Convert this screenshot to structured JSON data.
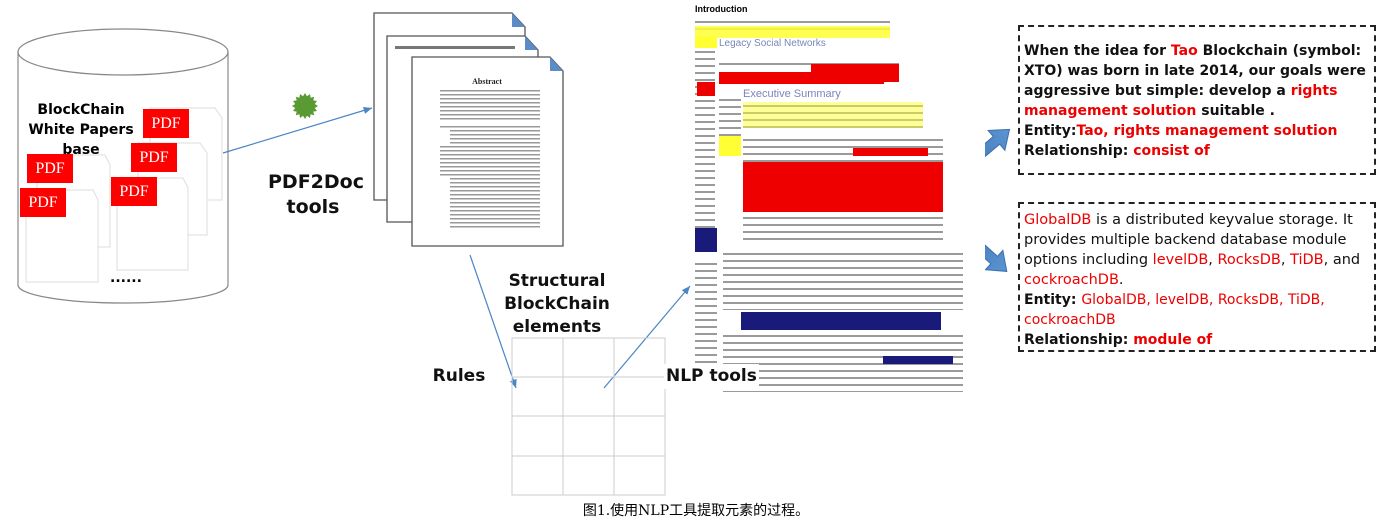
{
  "database": {
    "label": "BlockChain White Papers base",
    "pdf_label": "PDF",
    "ellipsis": "......"
  },
  "steps": {
    "pdf2doc": "PDF2Doc tools",
    "structural": "Structural BlockChain elements",
    "rules": "Rules",
    "nlp": "NLP tools"
  },
  "document": {
    "intro_heading": "Introduction",
    "legacy_heading": "Legacy Social Networks",
    "exec_heading": "Executive Summary",
    "abstract_heading": "Abstract"
  },
  "examples": [
    {
      "sentence": [
        {
          "t": "When the idea for ",
          "hl": false
        },
        {
          "t": "Tao",
          "hl": true
        },
        {
          "t": " Blockchain (symbol: XTO) was born in late 2014, our goals were aggressive but simple: develop a ",
          "hl": false
        },
        {
          "t": "rights management solution",
          "hl": true
        },
        {
          "t": " suitable .",
          "hl": false
        }
      ],
      "entity_label": "Entity:",
      "entities": "Tao, rights management solution",
      "relationship_label": "Relationship: ",
      "relationship": "consist of"
    },
    {
      "sentence": [
        {
          "t": "GlobalDB",
          "hl": true
        },
        {
          "t": " is a distributed keyvalue storage. It provides multiple backend database module options including ",
          "hl": false
        },
        {
          "t": "levelDB",
          "hl": true
        },
        {
          "t": ", ",
          "hl": false
        },
        {
          "t": "RocksDB",
          "hl": true
        },
        {
          "t": ", ",
          "hl": false
        },
        {
          "t": "TiDB",
          "hl": true
        },
        {
          "t": ", and ",
          "hl": false
        },
        {
          "t": "cockroachDB",
          "hl": true
        },
        {
          "t": ".",
          "hl": false
        }
      ],
      "entity_label": "Entity: ",
      "entities": "GlobalDB, levelDB, RocksDB, TiDB, cockroachDB",
      "relationship_label": "Relationship: ",
      "relationship": "module of"
    }
  ],
  "caption": "图1.使用NLP工具提取元素的过程。",
  "colors": {
    "arrow": "#4a86c5",
    "highlight_red": "#e00000",
    "highlight_yellow": "#ffff33",
    "highlight_navy": "#1a1a7a"
  }
}
